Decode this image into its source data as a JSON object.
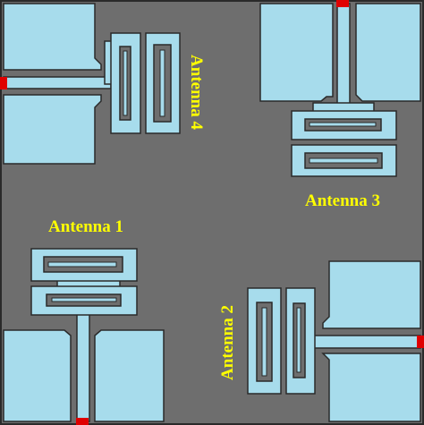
{
  "colors": {
    "substrate": "#6e6e6e",
    "metal": "#a7dcec",
    "outline": "#2a2a2a",
    "feed_port": "#e00000",
    "label": "#ffff00"
  },
  "antennas": [
    {
      "id": 1,
      "label": "Antenna 1"
    },
    {
      "id": 2,
      "label": "Antenna 2"
    },
    {
      "id": 3,
      "label": "Antenna 3"
    },
    {
      "id": 4,
      "label": "Antenna 4"
    }
  ]
}
